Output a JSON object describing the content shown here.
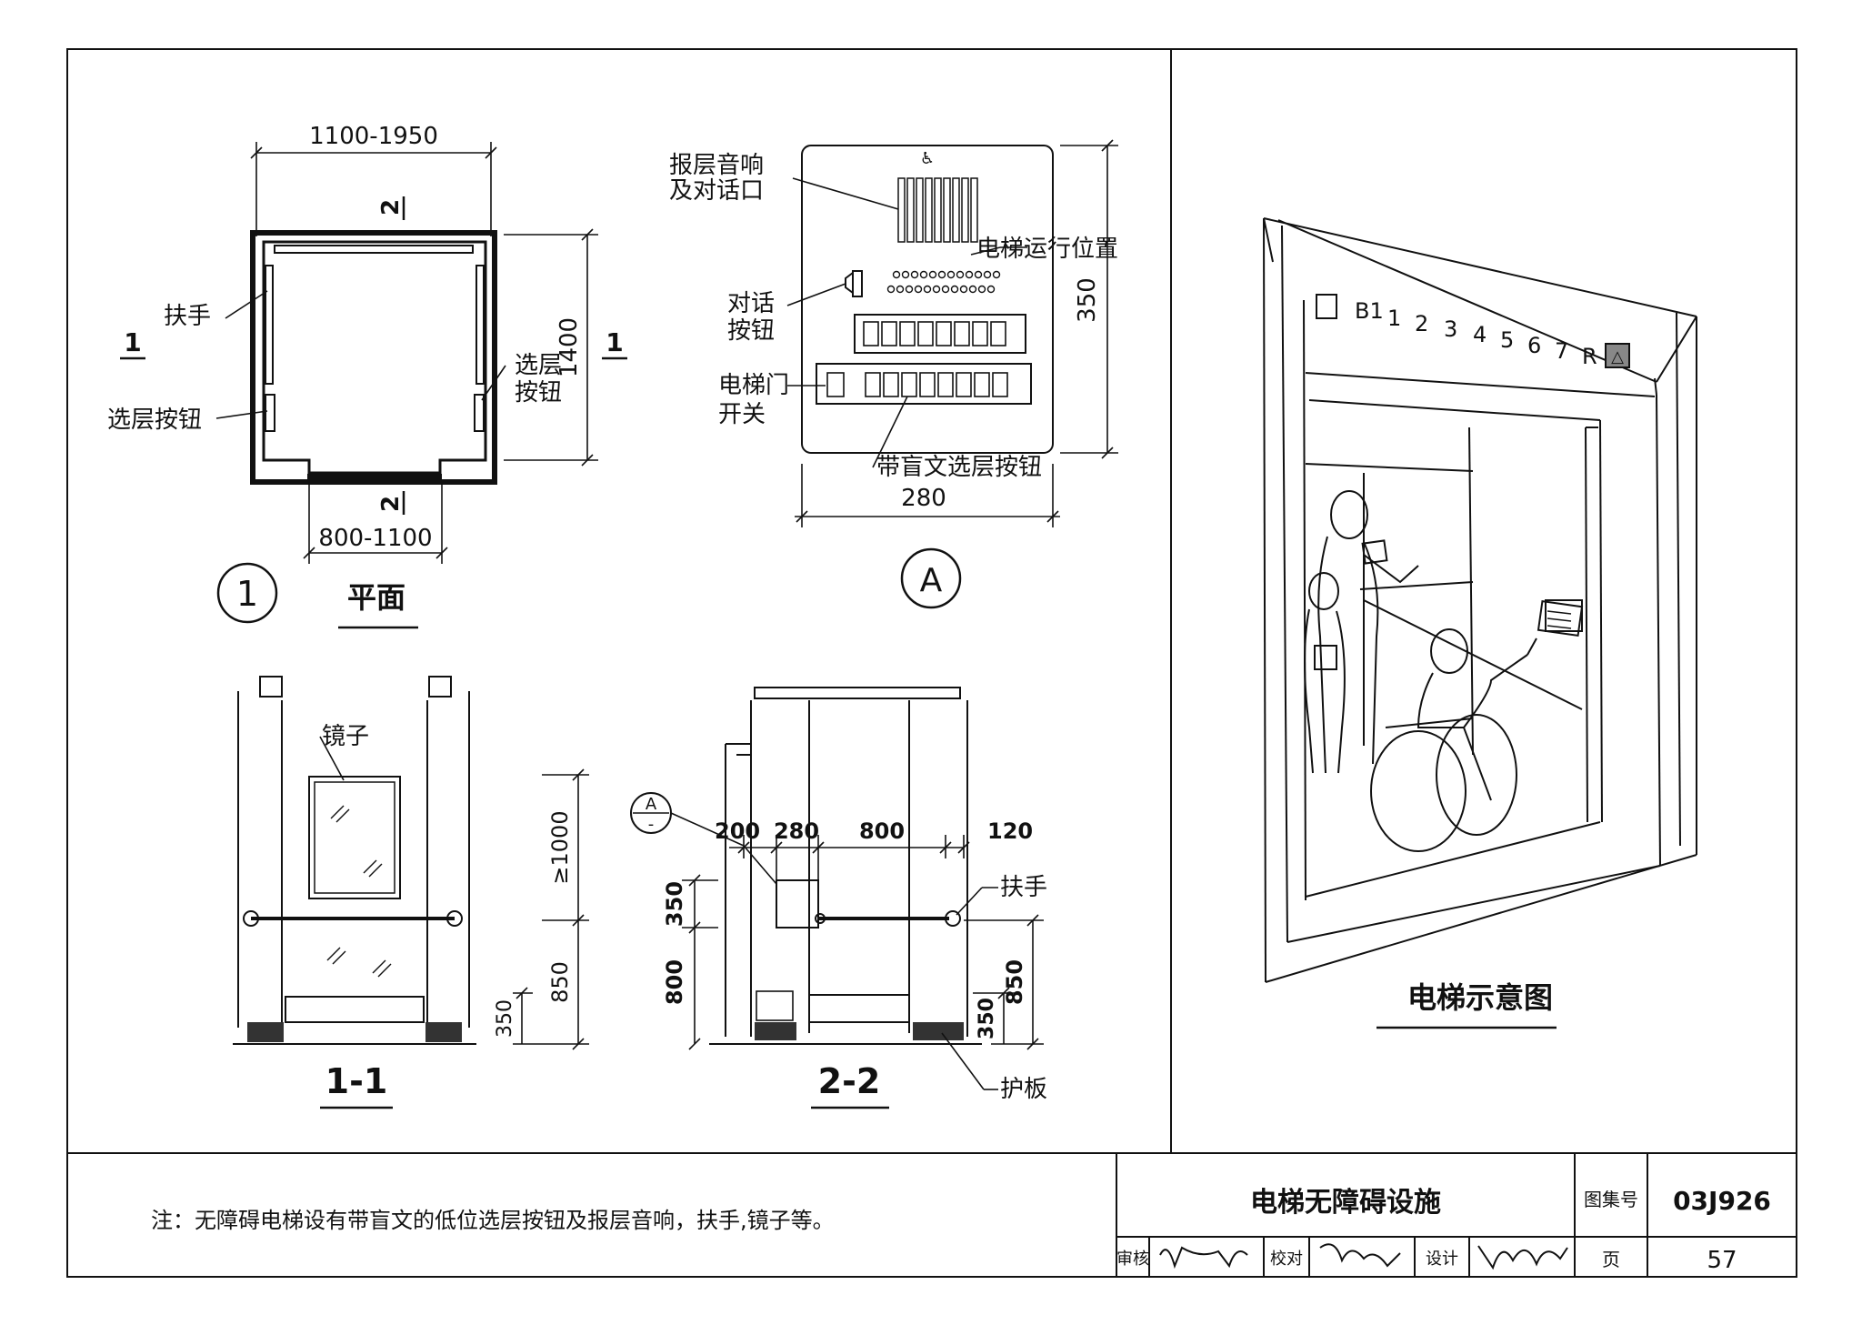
{
  "plan": {
    "dim_width": "1100-1950",
    "dim_depth": "1400",
    "dim_door": "800-1100",
    "section_mark_1": "1",
    "section_mark_2": "2",
    "label_handrail": "扶手",
    "label_button_left": "选层按钮",
    "label_button_right_1": "选层",
    "label_button_right_2": "按钮",
    "detail_number": "1",
    "title": "平面"
  },
  "panel": {
    "label_speaker_1": "报层音响",
    "label_speaker_2": "及对话口",
    "label_position": "电梯运行位置",
    "label_talk_1": "对话",
    "label_talk_2": "按钮",
    "label_door_1": "电梯门",
    "label_door_2": "开关",
    "label_braille": "带盲文选层按钮",
    "dim_height": "350",
    "dim_width": "280",
    "detail_letter": "A"
  },
  "section11": {
    "label_mirror": "镜子",
    "dim_upper": "≥1000",
    "dim_mid": "850",
    "dim_low": "350",
    "title": "1-1"
  },
  "section22": {
    "detail_ref_top": "A",
    "detail_ref_bottom": "-",
    "dim_200": "200",
    "dim_280": "280",
    "dim_800_top": "800",
    "dim_120": "120",
    "dim_350_left": "350",
    "dim_800_left": "800",
    "dim_350_right": "350",
    "dim_850_right": "850",
    "label_handrail": "扶手",
    "label_guard": "护板",
    "title": "2-2"
  },
  "perspective": {
    "floors": [
      "B1",
      "1",
      "2",
      "3",
      "4",
      "5",
      "6",
      "7",
      "R"
    ],
    "title": "电梯示意图"
  },
  "titleblock": {
    "note": "注：无障碍电梯设有带盲文的低位选层按钮及报层音响，扶手,镜子等。",
    "drawing_title": "电梯无障碍设施",
    "atlas_label": "图集号",
    "atlas_number": "03J926",
    "page_label": "页",
    "page_number": "57",
    "review_label": "审核",
    "check_label": "校对",
    "design_label": "设计"
  }
}
